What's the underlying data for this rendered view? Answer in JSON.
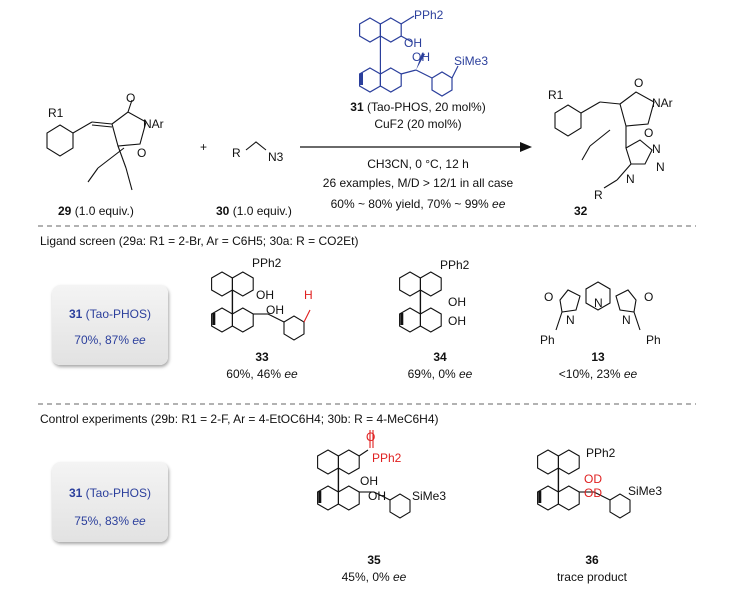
{
  "colors": {
    "ligand_blue": "#2b3f9c",
    "highlight_red": "#e02020",
    "divider": "#666666"
  },
  "reaction": {
    "sm1_label": "29",
    "sm1_equiv": " (1.0 equiv.)",
    "plus": "+",
    "sm2_label": "30",
    "sm2_equiv": " (1.0 equiv.)",
    "product_label": "32",
    "conditions": {
      "ligand_label": "31",
      "ligand_text": " (Tao-PHOS, 20 mol%)",
      "catalyst": "CuF2 (20 mol%)",
      "solvent": "CH3CN, 0 °C, 12 h",
      "scope": "26 examples, M/D > 12/1 in all case",
      "yield_text": "60% ~ 80% yield, 70% ~ 99% ",
      "ee": "ee"
    }
  },
  "atoms": {
    "pph2": "PPh2",
    "oh": "OH",
    "sime3": "SiMe3",
    "nar": "NAr",
    "o": "O",
    "r1": "R1",
    "r": "R",
    "n3": "N3",
    "n": "N",
    "h": "H",
    "ph": "Ph",
    "od": "OD",
    "pph2_oxide": "PPh2"
  },
  "ligand_screen": {
    "heading": "Ligand screen (29a: R1 = 2-Br, Ar = C6H5; 30a: R = CO2Et)",
    "reference": {
      "label": "31",
      "name": " (Tao-PHOS)",
      "result": "70%, 87% ",
      "ee": "ee"
    },
    "entries": [
      {
        "label": "33",
        "result": "60%, 46% ",
        "ee": "ee"
      },
      {
        "label": "34",
        "result": "69%, 0% ",
        "ee": "ee"
      },
      {
        "label": "13",
        "result": "<10%, 23% ",
        "ee": "ee"
      }
    ]
  },
  "control": {
    "heading": "Control experiments (29b: R1 = 2-F, Ar = 4-EtOC6H4; 30b: R = 4-MeC6H4)",
    "reference": {
      "label": "31",
      "name": " (Tao-PHOS)",
      "result": "75%, 83% ",
      "ee": "ee"
    },
    "entries": [
      {
        "label": "35",
        "result": "45%, 0% ",
        "ee": "ee"
      },
      {
        "label": "36",
        "result": "trace product"
      }
    ]
  }
}
